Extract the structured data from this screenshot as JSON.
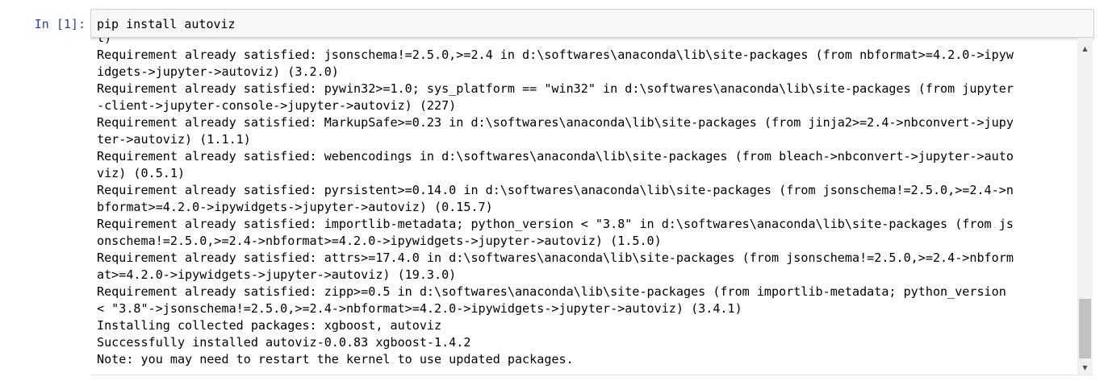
{
  "input_cell": {
    "prompt": "In [1]:",
    "code": "pip install autoviz"
  },
  "output": {
    "lines": [
      "l)",
      "Requirement already satisfied: jsonschema!=2.5.0,>=2.4 in d:\\softwares\\anaconda\\lib\\site-packages (from nbformat>=4.2.0->ipyw",
      "idgets->jupyter->autoviz) (3.2.0)",
      "Requirement already satisfied: pywin32>=1.0; sys_platform == \"win32\" in d:\\softwares\\anaconda\\lib\\site-packages (from jupyter",
      "-client->jupyter-console->jupyter->autoviz) (227)",
      "Requirement already satisfied: MarkupSafe>=0.23 in d:\\softwares\\anaconda\\lib\\site-packages (from jinja2>=2.4->nbconvert->jupy",
      "ter->autoviz) (1.1.1)",
      "Requirement already satisfied: webencodings in d:\\softwares\\anaconda\\lib\\site-packages (from bleach->nbconvert->jupyter->auto",
      "viz) (0.5.1)",
      "Requirement already satisfied: pyrsistent>=0.14.0 in d:\\softwares\\anaconda\\lib\\site-packages (from jsonschema!=2.5.0,>=2.4->n",
      "bformat>=4.2.0->ipywidgets->jupyter->autoviz) (0.15.7)",
      "Requirement already satisfied: importlib-metadata; python_version < \"3.8\" in d:\\softwares\\anaconda\\lib\\site-packages (from js",
      "onschema!=2.5.0,>=2.4->nbformat>=4.2.0->ipywidgets->jupyter->autoviz) (1.5.0)",
      "Requirement already satisfied: attrs>=17.4.0 in d:\\softwares\\anaconda\\lib\\site-packages (from jsonschema!=2.5.0,>=2.4->nbform",
      "at>=4.2.0->ipywidgets->jupyter->autoviz) (19.3.0)",
      "Requirement already satisfied: zipp>=0.5 in d:\\softwares\\anaconda\\lib\\site-packages (from importlib-metadata; python_version",
      "< \"3.8\"->jsonschema!=2.5.0,>=2.4->nbformat>=4.2.0->ipywidgets->jupyter->autoviz) (3.4.1)",
      "Installing collected packages: xgboost, autoviz",
      "Successfully installed autoviz-0.0.83 xgboost-1.4.2",
      "Note: you may need to restart the kernel to use updated packages."
    ]
  },
  "scrollbar": {
    "up_icon": "chevron-up-icon",
    "down_icon": "chevron-down-icon",
    "position_fraction": 0.95
  },
  "colors": {
    "prompt": "#303f9f",
    "input_background": "#f7f7f7",
    "input_border": "#cfcfcf",
    "scroll_track": "#f1f1f1",
    "scroll_thumb": "#c1c1c1"
  }
}
